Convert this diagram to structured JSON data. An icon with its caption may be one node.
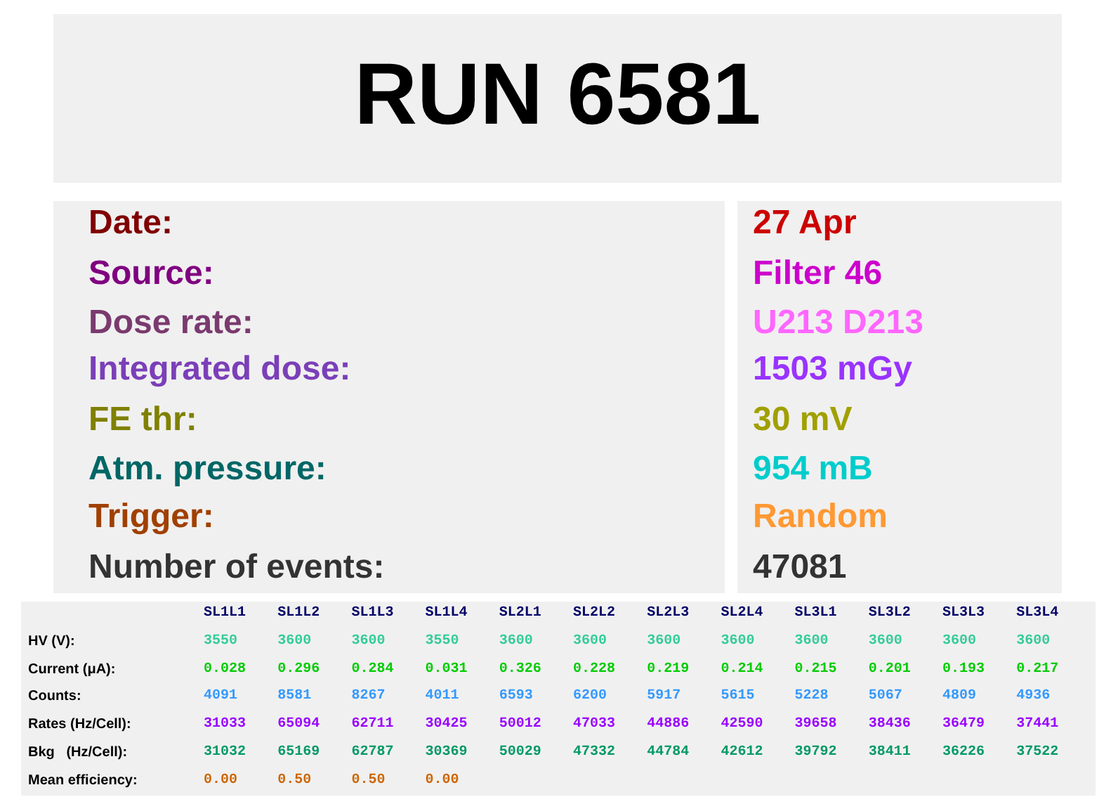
{
  "diagram": {
    "title": "RUN 6581",
    "labels": [
      "Date:",
      "27 Apr",
      "Source:",
      "Filter 46",
      "Dose rate:",
      "U213 D213",
      "Integrated dose:",
      "1503 mGy",
      "FE thr:",
      "30 mV",
      "Atm. pressure:",
      "954 mB",
      "Trigger:",
      "Random",
      "Number of events:",
      "47081",
      "SL1L1",
      "SL1L2",
      "SL1L3",
      "SL1L4",
      "SL2L1",
      "SL2L2",
      "SL2L3",
      "SL2L4",
      "SL3L1",
      "SL3L2",
      "SL3L3",
      "SL3L4",
      "HV (V):",
      "3550",
      "3600",
      "3600",
      "3550",
      "3600",
      "3600",
      "3600",
      "3600",
      "3600",
      "3600",
      "3600",
      "3600",
      "Current (μA):",
      "0.028",
      "0.296",
      "0.284",
      "0.031",
      "0.326",
      "0.228",
      "0.219",
      "0.214",
      "0.215",
      "0.201",
      "0.193",
      "0.217",
      "Counts:",
      "4091",
      "8581",
      "8267",
      "4011",
      "6593",
      "6200",
      "5917",
      "5615",
      "5228",
      "5067",
      "4809",
      "4936",
      "Rates (Hz/Cell):",
      "31033",
      "65094",
      "62711",
      "30425",
      "50012",
      "47033",
      "44886",
      "42590",
      "39658",
      "38436",
      "36479",
      "37441",
      "Bkg   (Hz/Cell):",
      "31032",
      "65169",
      "62787",
      "30369",
      "50029",
      "47332",
      "44784",
      "42612",
      "39792",
      "38411",
      "36226",
      "37522",
      "Mean efficiency:",
      "0.00",
      "0.50",
      "0.50",
      "0.00"
    ]
  }
}
